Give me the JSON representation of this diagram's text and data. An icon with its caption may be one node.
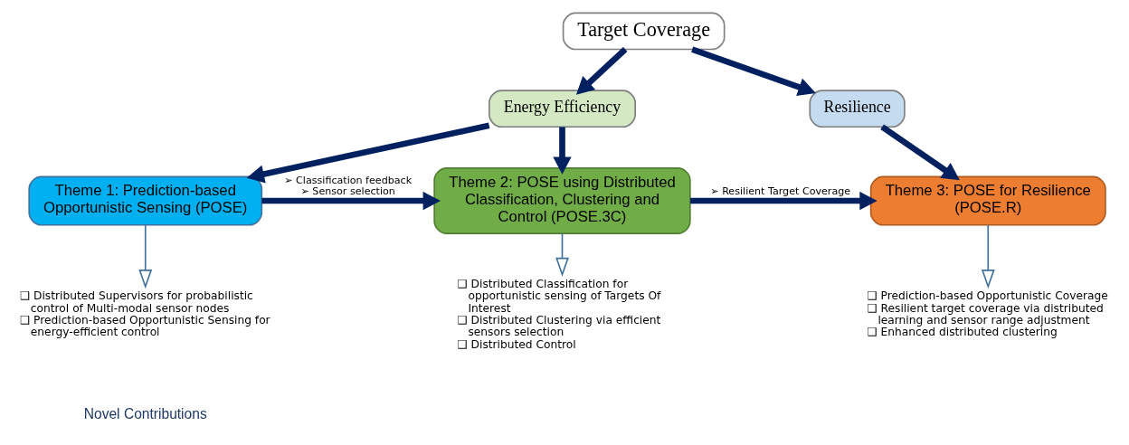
{
  "diagram": {
    "nodes": [
      {
        "text": [
          "Target Coverage"
        ]
      },
      {
        "text": [
          "Energy Efficiency"
        ]
      },
      {
        "text": [
          "Resilience"
        ]
      },
      {
        "text": [
          "Theme 1: Prediction-based Opportunistic Sensing (POSE)"
        ]
      },
      {
        "text": [
          "Theme 2: POSE using Distributed Classification, Clustering and Control (POSE.3C)"
        ]
      },
      {
        "text": [
          "Theme 3: POSE for Resilience (POSE.R)"
        ]
      },
      {
        "text": [
          "❑ Distributed Supervisors for probabilistic control of Multi-modal sensor nodes",
          "❑ Prediction-based Opportunistic Sensing for energy-efficient control"
        ]
      },
      {
        "text": [
          "❑ Distributed Classification for opportunistic sensing of Targets Of Interest",
          "❑ Distributed Clustering via efficient sensors selection",
          "❑ Distributed Control"
        ]
      },
      {
        "text": [
          "❑ Prediction-based Opportunistic Coverage",
          "❑ Resilient target coverage via distributed learning and sensor range adjustment",
          "❑ Enhanced distributed clustering"
        ]
      }
    ],
    "edges": [
      {
        "from": 0,
        "to": 1,
        "arrow": "to"
      },
      {
        "from": 0,
        "to": 2,
        "arrow": "to"
      },
      {
        "from": 1,
        "to": 3,
        "arrow": "to"
      },
      {
        "from": 1,
        "to": 4,
        "arrow": "to"
      },
      {
        "from": 2,
        "to": 5,
        "arrow": "to"
      },
      {
        "from": 3,
        "to": 4,
        "arrow": "to",
        "label": [
          "➢ Classification feedback",
          "➢ Sensor selection"
        ]
      },
      {
        "from": 4,
        "to": 5,
        "arrow": "to",
        "label": [
          "➢ Resilient Target Coverage"
        ]
      },
      {
        "from": 3,
        "to": 6,
        "arrow": "to",
        "color": "#41719c"
      },
      {
        "from": 4,
        "to": 7,
        "arrow": "to",
        "color": "#41719c"
      },
      {
        "from": 5,
        "to": 8,
        "arrow": "to",
        "color": "#41719c"
      }
    ],
    "labels": [
      "Novel Contributions"
    ]
  }
}
